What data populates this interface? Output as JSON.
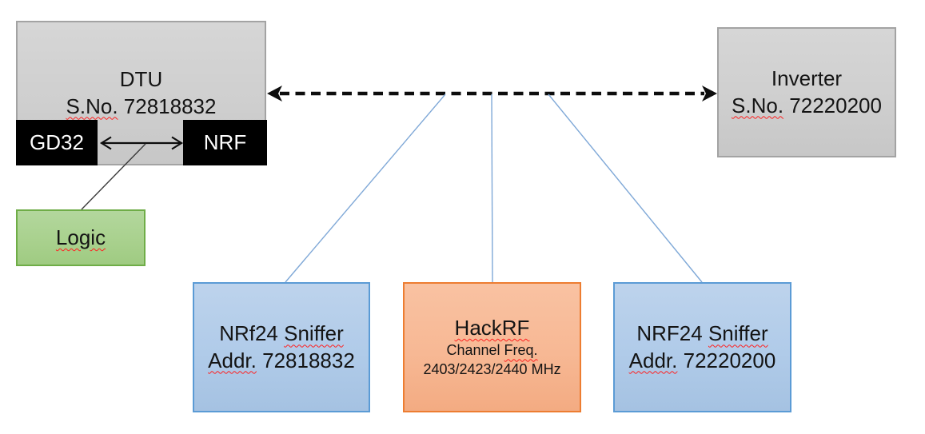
{
  "nodes": {
    "dtu": {
      "name": "DTU",
      "serial_label": "S.No.",
      "serial_number": "72818832"
    },
    "gd32": {
      "label": "GD32"
    },
    "nrf": {
      "label": "NRF"
    },
    "logic": {
      "label": "Logic"
    },
    "inverter": {
      "name": "Inverter",
      "serial_label": "S.No.",
      "serial_number": "72220200"
    },
    "sniffer_dtu": {
      "model": "NRf24",
      "role": "Sniffer",
      "addr_label": "Addr.",
      "addr_number": "72818832"
    },
    "hackrf": {
      "name": "HackRF",
      "subtitle_word1": "Channel",
      "subtitle_word2": "Freq.",
      "frequencies": "2403/2423/2440 MHz"
    },
    "sniffer_inverter": {
      "model": "NRF24",
      "role": "Sniffer",
      "addr_label": "Addr.",
      "addr_number": "72220200"
    }
  },
  "colors": {
    "gray_fill": "#cfcfcf",
    "gray_border": "#a3a3a3",
    "black_fill": "#000000",
    "green_fill": "#a9d18e",
    "green_border": "#70ad47",
    "blue_fill": "#b0cbe9",
    "blue_border": "#5b9bd5",
    "orange_fill": "#f7b894",
    "orange_border": "#ed7d31",
    "connector_blue": "#7fa8d7",
    "connector_black": "#3a3a3a",
    "spellcheck_red": "#ff1f1f"
  },
  "connections": [
    {
      "from": "DTU",
      "to": "Inverter",
      "style": "dashed-double-arrow"
    },
    {
      "from": "GD32",
      "to": "NRF",
      "style": "solid-double-arrow"
    },
    {
      "from": "Logic",
      "to": "GD32-NRF link",
      "style": "thin-line"
    },
    {
      "from": "DTU-Inverter link",
      "to": "NRf24 Sniffer Addr. 72818832",
      "style": "thin-blue-line"
    },
    {
      "from": "DTU-Inverter link",
      "to": "HackRF",
      "style": "thin-blue-line"
    },
    {
      "from": "DTU-Inverter link",
      "to": "NRF24 Sniffer Addr. 72220200",
      "style": "thin-blue-line"
    }
  ]
}
